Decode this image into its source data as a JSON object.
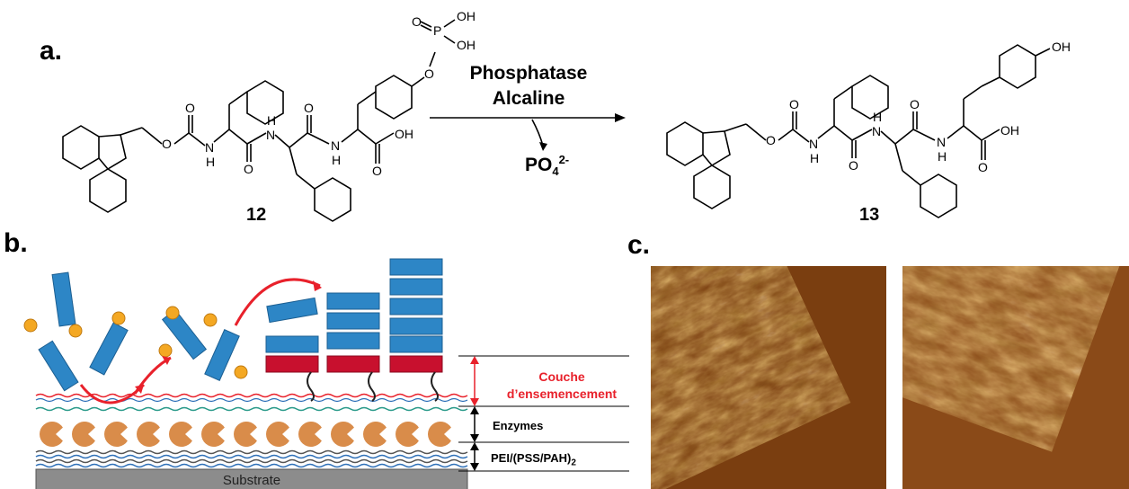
{
  "panels": {
    "a": "a.",
    "b": "b.",
    "c": "c."
  },
  "reaction": {
    "enzyme_line1": "Phosphatase",
    "enzyme_line2": "Alcaline",
    "byproduct": "PO",
    "byproduct_sub": "4",
    "byproduct_sup": "2-",
    "reactant_label": "12",
    "product_label": "13"
  },
  "atoms": {
    "oh": "OH",
    "o": "O",
    "p": "P",
    "h": "H",
    "n": "N"
  },
  "layers": {
    "seed_line1": "Couche",
    "seed_line2": "d’ensemencement",
    "enzymes": "Enzymes",
    "pei": "PEI/(PSS/PAH)",
    "pei_sub": "2",
    "substrate": "Substrate"
  },
  "colors": {
    "peptide_blue": "#2d86c6",
    "anchor_red": "#c8102e",
    "phosphate_orange": "#f4a823",
    "enzyme_tan": "#d98c4a",
    "seed_red": "#e8212b",
    "substrate_gray": "#8c8c8c",
    "afm_dark": "#3a1a05",
    "afm_light": "#f2c98a"
  }
}
